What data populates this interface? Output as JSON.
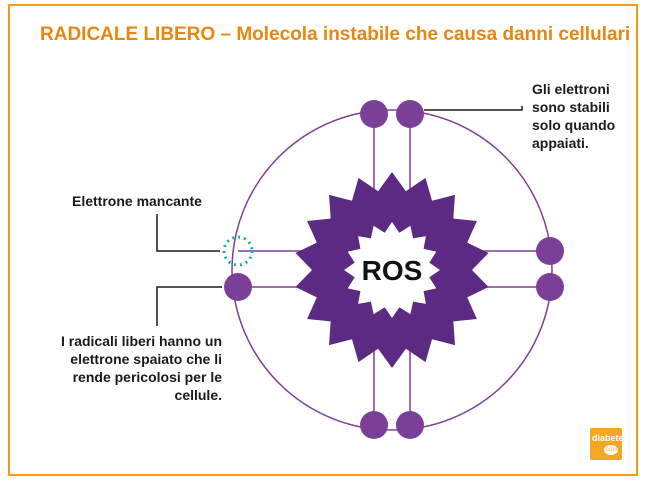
{
  "title": "RADICALE LIBERO – Molecola instabile che causa danni cellulari",
  "core_label": "ROS",
  "labels": {
    "stable_electrons": "Gli elettroni sono stabili solo quando appaiati.",
    "missing_electron": "Elettrone mancante",
    "free_radicals": "I radicali liberi hanno un elettrone spaiato che li rende pericolosi per le cellule."
  },
  "logo": {
    "text": "diabete",
    "sub": ".com"
  },
  "colors": {
    "accent": "#e8870e",
    "frame": "#f39c12",
    "electron": "#7b3f98",
    "orbit": "#7b3f98",
    "core": "#5c2a82",
    "missing_electron": "#21a3b8"
  }
}
